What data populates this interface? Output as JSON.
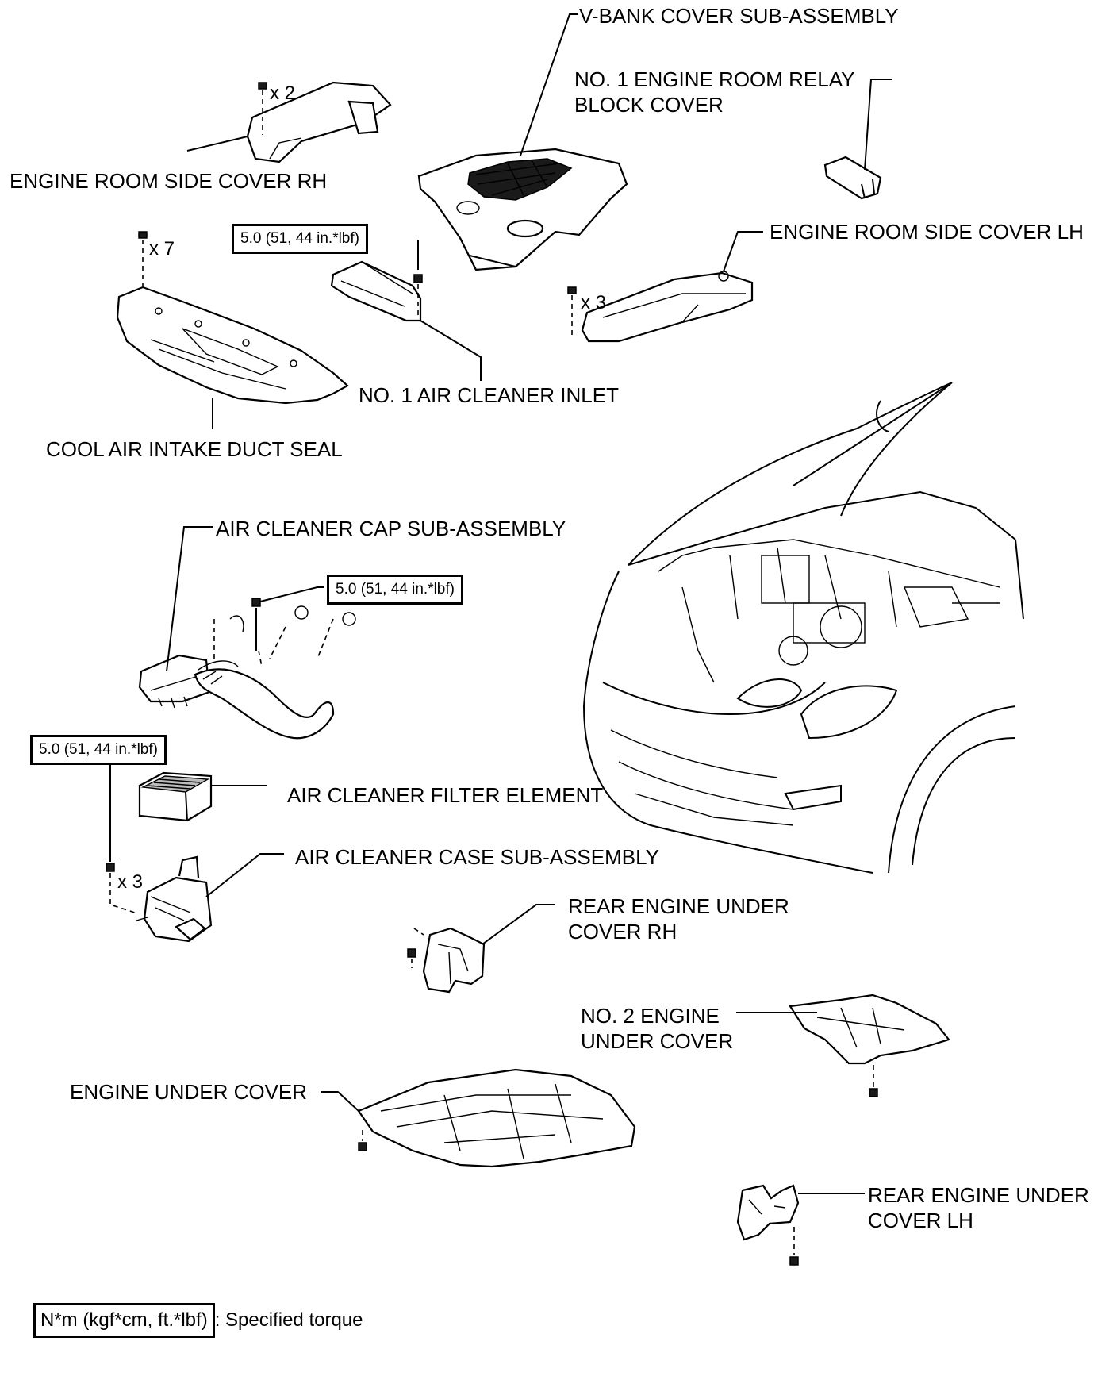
{
  "labels": {
    "vbank_cover": "V-BANK COVER SUB-ASSEMBLY",
    "relay_block_cover_line1": "NO. 1 ENGINE ROOM RELAY",
    "relay_block_cover_line2": "BLOCK COVER",
    "side_cover_rh": "ENGINE ROOM SIDE COVER RH",
    "side_cover_lh": "ENGINE ROOM SIDE COVER LH",
    "air_cleaner_inlet": "NO. 1 AIR CLEANER INLET",
    "cool_air_duct_seal": "COOL AIR INTAKE DUCT SEAL",
    "air_cleaner_cap": "AIR CLEANER CAP SUB-ASSEMBLY",
    "filter_element": "AIR CLEANER FILTER ELEMENT",
    "air_cleaner_case": "AIR CLEANER CASE SUB-ASSEMBLY",
    "rear_under_cover_rh_line1": "REAR ENGINE UNDER",
    "rear_under_cover_rh_line2": "COVER RH",
    "no2_under_cover_line1": "NO. 2 ENGINE",
    "no2_under_cover_line2": "UNDER COVER",
    "engine_under_cover": "ENGINE UNDER COVER",
    "rear_under_cover_lh_line1": "REAR ENGINE UNDER",
    "rear_under_cover_lh_line2": "COVER LH"
  },
  "quantities": {
    "side_cover_rh_clips": "x 2",
    "duct_seal_clips": "x 7",
    "side_cover_lh_clips": "x 3",
    "case_bolts": "x 3"
  },
  "torques": {
    "air_cleaner_inlet": "5.0 (51, 44 in.*lbf)",
    "air_cleaner_cap": "5.0 (51, 44 in.*lbf)",
    "air_cleaner_case": "5.0 (51, 44 in.*lbf)"
  },
  "legend": {
    "unit": "N*m (kgf*cm, ft.*lbf)",
    "meaning": ": Specified torque"
  }
}
